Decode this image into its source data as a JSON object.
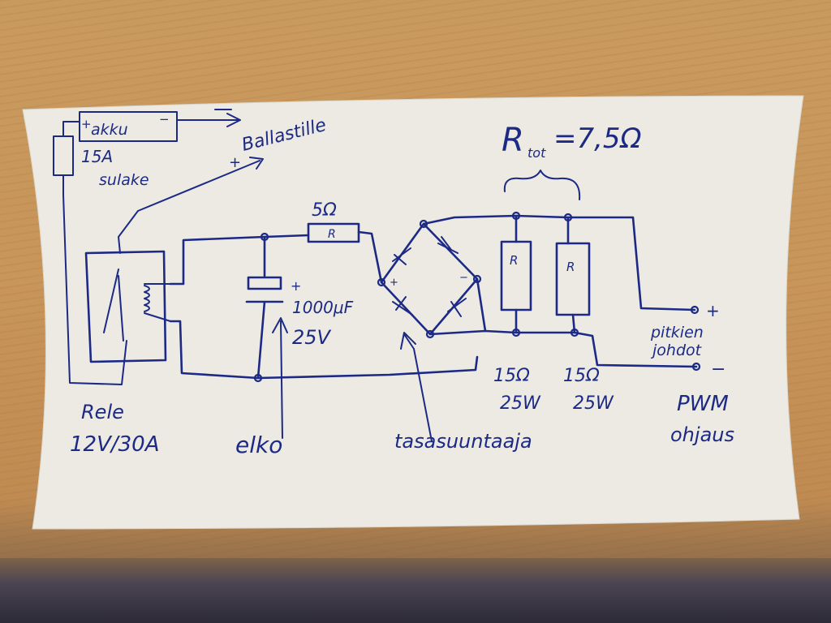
{
  "labels": {
    "akku": "akku",
    "ballast": "Ballastille",
    "fuse_rating": "15A",
    "fuse_name": "sulake",
    "r_total": "R",
    "r_total_sub": "tot",
    "r_total_value": "=7,5Ω",
    "series_resistor": "5Ω",
    "resistor_symbol": "R",
    "cap_value": "1000μF",
    "cap_voltage": "25V",
    "relay_name": "Rele",
    "relay_rating": "12V/30A",
    "cap_name": "elko",
    "rectifier_name": "tasasuuntaaja",
    "load_r1_value": "15Ω",
    "load_r1_power": "25W",
    "load_r2_value": "15Ω",
    "load_r2_power": "25W",
    "output_wires_1": "pitkien",
    "output_wires_2": "johdot",
    "pwm_1": "PWM",
    "pwm_2": "ohjaus",
    "plus": "+",
    "minus": "−"
  },
  "colors": {
    "ink": "#1c2a86",
    "paper": "#eceae2",
    "desk": "#c99a5e"
  }
}
